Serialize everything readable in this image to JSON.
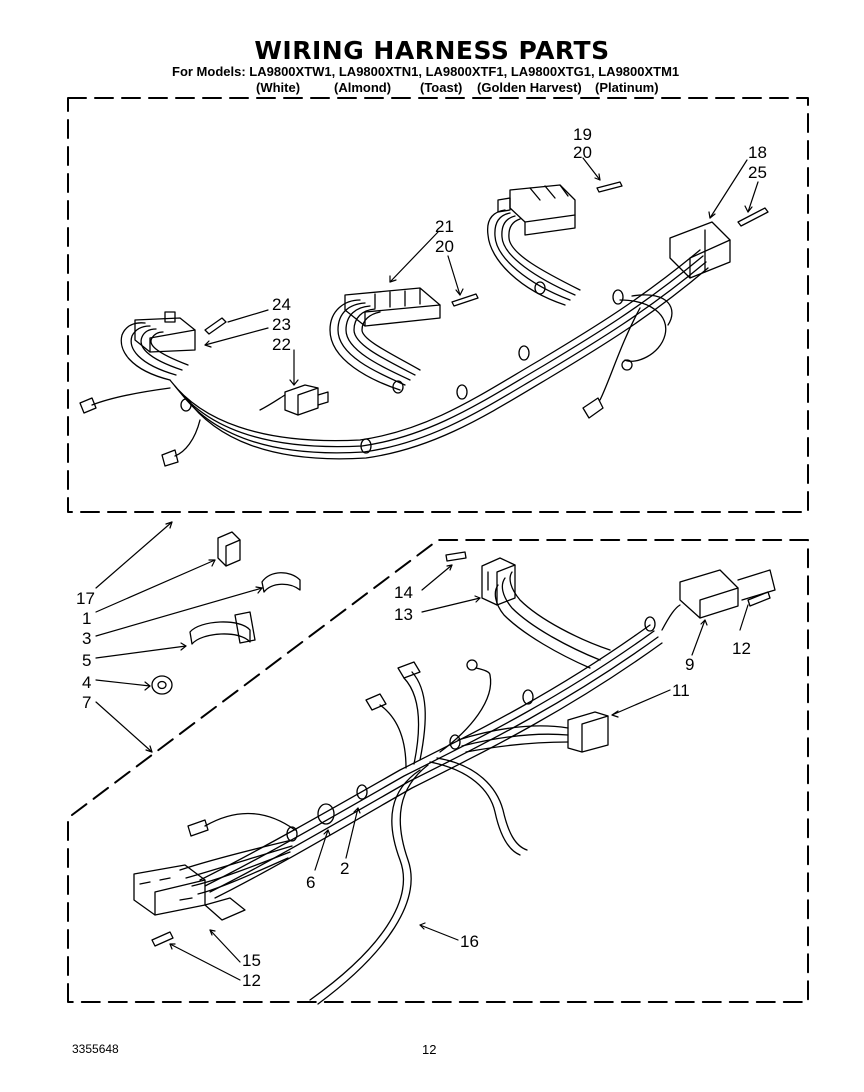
{
  "header": {
    "title": "WIRING HARNESS PARTS",
    "models_line": "For Models: LA9800XTW1, LA9800XTN1, LA9800XTF1, LA9800XTG1, LA9800XTM1",
    "colors": [
      "(White)",
      "(Almond)",
      "(Toast)",
      "(Golden Harvest)",
      "(Platinum)"
    ]
  },
  "callouts": {
    "upper": [
      "19",
      "20",
      "18",
      "25",
      "21",
      "20",
      "24",
      "23",
      "22"
    ],
    "left": [
      "17",
      "1",
      "3",
      "5",
      "4",
      "7"
    ],
    "lower": [
      "14",
      "13",
      "12",
      "9",
      "11",
      "6",
      "2",
      "16",
      "15",
      "12"
    ]
  },
  "footer": {
    "doc_number": "3355648",
    "page_number": "12"
  }
}
